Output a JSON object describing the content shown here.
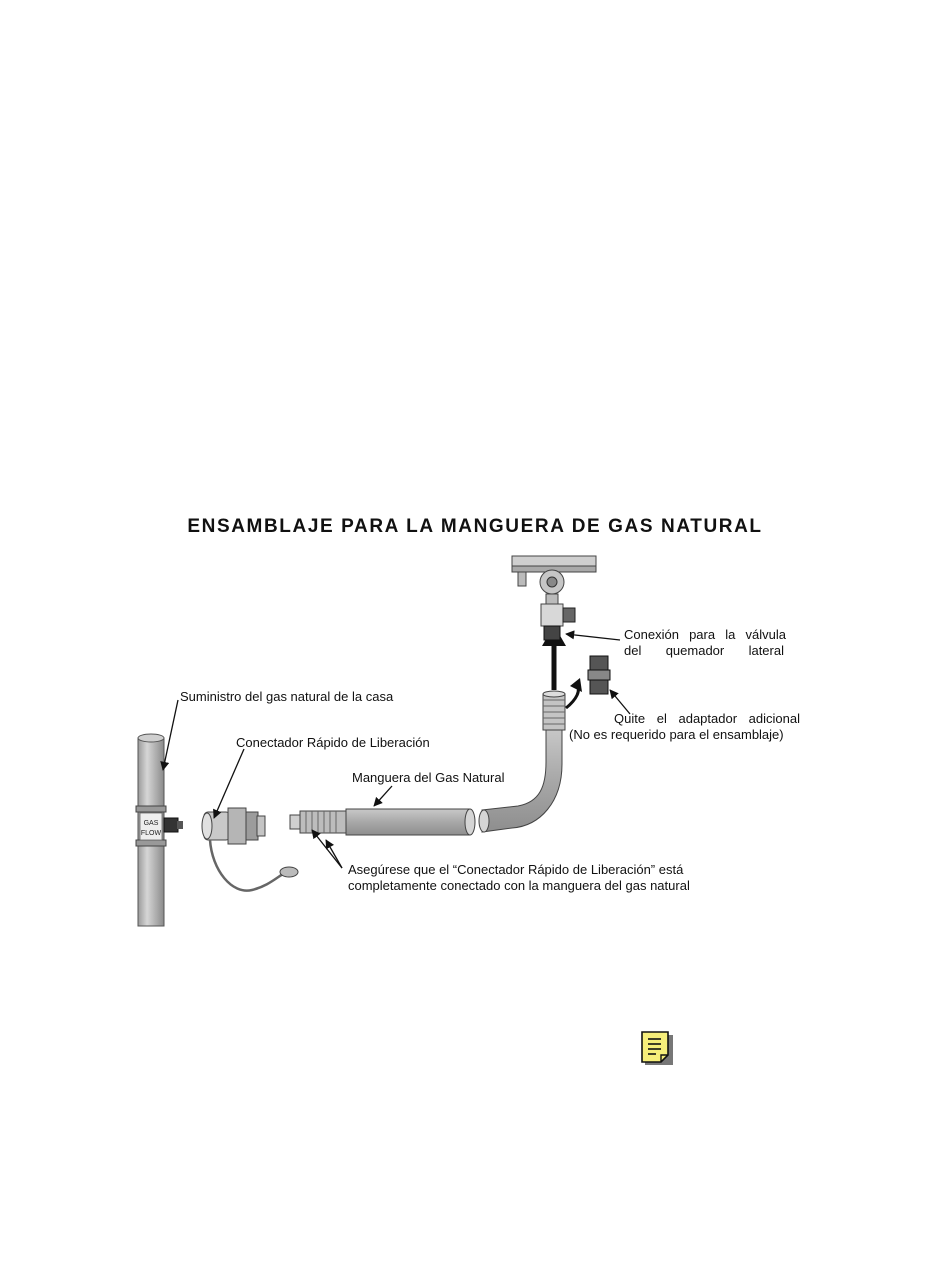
{
  "title": "ENSAMBLAJE PARA LA MANGUERA DE GAS NATURAL",
  "labels": {
    "supply": "Suministro del gas natural de la casa",
    "quick_connector": "Conectador Rápido de Liberación",
    "hose": "Manguera del Gas Natural",
    "valve_connection_line1": "Conexión para la válvula",
    "valve_connection_line2": "del quemador lateral",
    "remove_adapter_line1": "Quite el adaptador adicional",
    "remove_adapter_line2": "(No es requerido para el ensamblaje)",
    "ensure_line1": "Asegúrese que el “Conectador Rápido de Liberación” está",
    "ensure_line2": "completamente conectado con la manguera del gas natural",
    "pipe_stamp_line1": "GAS",
    "pipe_stamp_line2": "FLOW"
  },
  "icons": {
    "note": "note-icon",
    "note_color": "#f6ee7a"
  }
}
